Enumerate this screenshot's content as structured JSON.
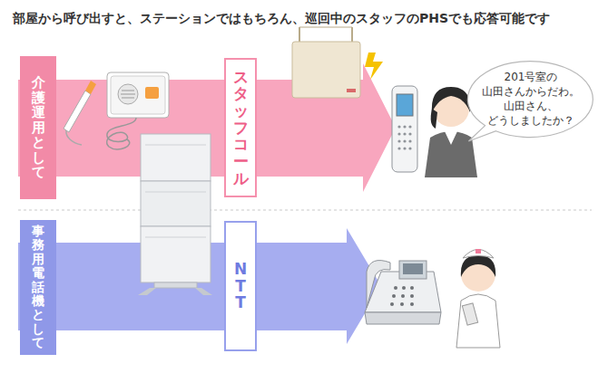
{
  "diagram": {
    "title": "部屋から呼び出すと、ステーションではもちろん、巡回中のスタッフのPHSでも応答可能です",
    "nodes": [
      {
        "text": [
          "介護運用として"
        ]
      },
      {
        "text": [
          "スタッフコール"
        ]
      },
      {
        "text": [
          "201号室の 山田さんからだわ。 山田さん、 どうしましたか？"
        ]
      },
      {
        "text": [
          "事務用電話機として"
        ]
      },
      {
        "text": [
          "NTT"
        ]
      }
    ]
  }
}
